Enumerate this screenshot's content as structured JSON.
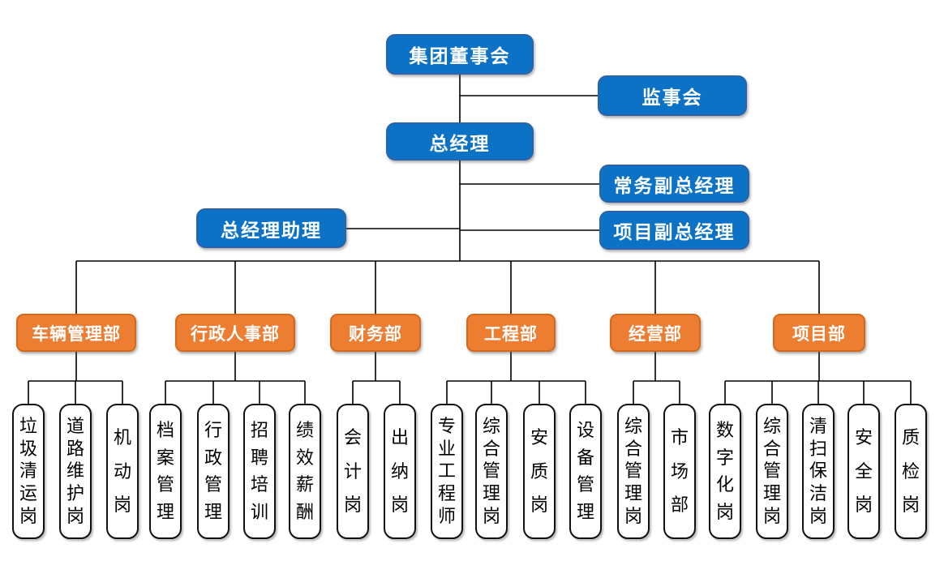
{
  "colors": {
    "executive_fill": "#0c72c6",
    "executive_border": "#2b62a8",
    "department_fill": "#ED7D31",
    "department_border": "#d2691c",
    "position_fill": "#ffffff",
    "position_border": "#111111",
    "connector_line": "#000000",
    "text_on_fill": "#ffffff",
    "position_text": "#000000"
  },
  "executives": {
    "board": "集团董事会",
    "supervisory": "监事会",
    "gm": "总经理",
    "executive_deputy_gm": "常务副总经理",
    "gm_assistant": "总经理助理",
    "project_deputy_gm": "项目副总经理"
  },
  "departments": [
    {
      "label": "车辆管理部",
      "positions": [
        "垃圾清运岗",
        "道路维护岗",
        "机动岗"
      ]
    },
    {
      "label": "行政人事部",
      "positions": [
        "档案管理",
        "行政管理",
        "招聘培训",
        "绩效薪酬"
      ]
    },
    {
      "label": "财务部",
      "positions": [
        "会计岗",
        "出纳岗"
      ]
    },
    {
      "label": "工程部",
      "positions": [
        "专业工程师",
        "综合管理岗",
        "安质岗",
        "设备管理"
      ]
    },
    {
      "label": "经营部",
      "positions": [
        "综合管理岗",
        "市场部"
      ]
    },
    {
      "label": "项目部",
      "positions": [
        "数字化岗",
        "综合管理岗",
        "清扫保洁岗",
        "安全岗",
        "质检岗"
      ]
    }
  ]
}
